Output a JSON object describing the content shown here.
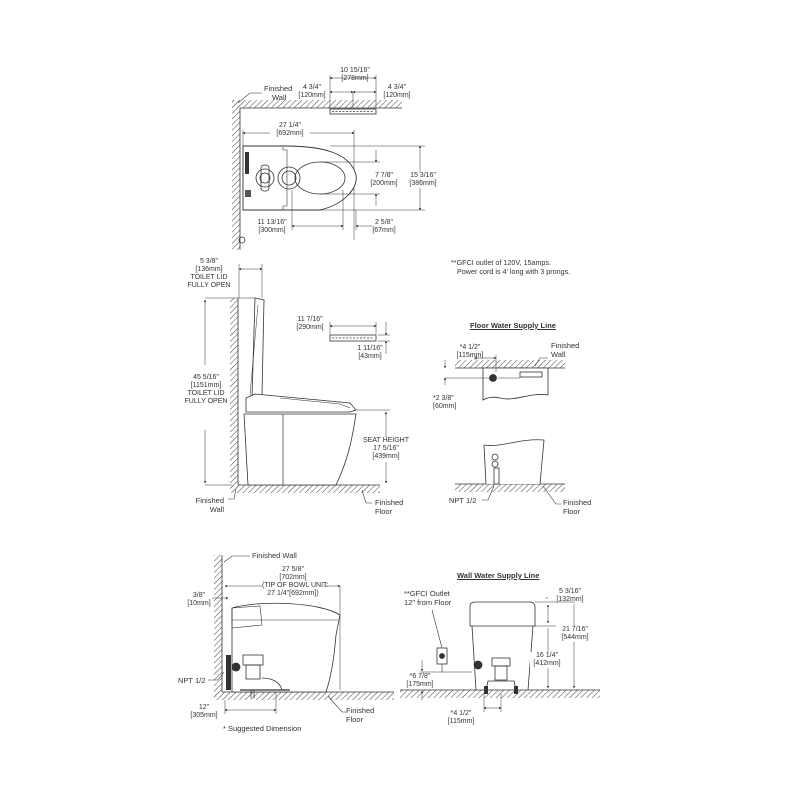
{
  "top_view": {
    "finished_wall": [
      "Finished",
      "Wall"
    ],
    "remote_width": {
      "in": "10 15/16\"",
      "mm": "[278mm]"
    },
    "remote_left": {
      "in": "4 3/4\"",
      "mm": "[120mm]"
    },
    "remote_right": {
      "in": "4 3/4\"",
      "mm": "[120mm]"
    },
    "overall_length": {
      "in": "27 1/4\"",
      "mm": "[692mm]"
    },
    "bowl_opening_width": {
      "in": "7 7/8\"",
      "mm": "[200mm]"
    },
    "overall_width": {
      "in": "15 3/16\"",
      "mm": "[386mm]"
    },
    "rough_in": {
      "in": "11 13/16\"",
      "mm": "[300mm]"
    },
    "front_offset": {
      "in": "2 5/8\"",
      "mm": "[67mm]"
    }
  },
  "notes": {
    "gfci": [
      "**GFCI outlet of 120V, 15amps.",
      "Power cord is 4' long with 3 prongs."
    ]
  },
  "side_view": {
    "lid_clearance": {
      "in": "5 3/8\"",
      "mm": "[136mm]",
      "caption": [
        "TOILET LID",
        "FULLY OPEN"
      ]
    },
    "overall_height": {
      "in": "45 5/16\"",
      "mm": "[1151mm]",
      "caption": [
        "TOILET LID",
        "FULLY OPEN"
      ]
    },
    "remote_length": {
      "in": "11 7/16\"",
      "mm": "[290mm]"
    },
    "remote_height": {
      "in": "1 11/16\"",
      "mm": "[43mm]"
    },
    "seat_height": {
      "caption": "SEAT HEIGHT",
      "in": "17 5/16\"",
      "mm": "[439mm]"
    },
    "finished_wall": [
      "Finished",
      "Wall"
    ],
    "finished_floor": [
      "Finished",
      "Floor"
    ]
  },
  "floor_supply": {
    "title": "Floor Water Supply Line",
    "wall_offset": {
      "in": "*4 1/2\"",
      "mm": "[115mm]"
    },
    "depth_offset": {
      "in": "*2 3/8\"",
      "mm": "[60mm]"
    },
    "finished_wall": [
      "Finished",
      "Wall"
    ],
    "npt": "NPT 1/2",
    "finished_floor": [
      "Finished",
      "Floor"
    ]
  },
  "section_view": {
    "finished_wall": "Finished Wall",
    "overall_depth": {
      "in": "27 5/8\"",
      "mm": "[702mm]",
      "note": "(TIP OF BOWL UNIT:",
      "note2": "27 1/4\"[692mm])"
    },
    "wall_gap": {
      "in": "3/8\"",
      "mm": "[10mm]"
    },
    "npt": "NPT 1/2",
    "rough_in": {
      "in": "12\"",
      "mm": "[305mm]"
    },
    "suggested": "* Suggested Dimension",
    "finished_floor": [
      "Finished",
      "Floor"
    ]
  },
  "wall_supply": {
    "title": "Wall Water Supply Line",
    "gfci": [
      "**GFCI Outlet",
      "12\" from Floor"
    ],
    "tank_top": {
      "in": "5 3/16\"",
      "mm": "[132mm]"
    },
    "overall_height": {
      "in": "21 7/16\"",
      "mm": "[544mm]"
    },
    "body_height": {
      "in": "16 1/4\"",
      "mm": "[412mm]"
    },
    "supply_height": {
      "in": "*6 7/8\"",
      "mm": "[175mm]"
    },
    "supply_offset": {
      "in": "*4 1/2\"",
      "mm": "[115mm]"
    }
  }
}
